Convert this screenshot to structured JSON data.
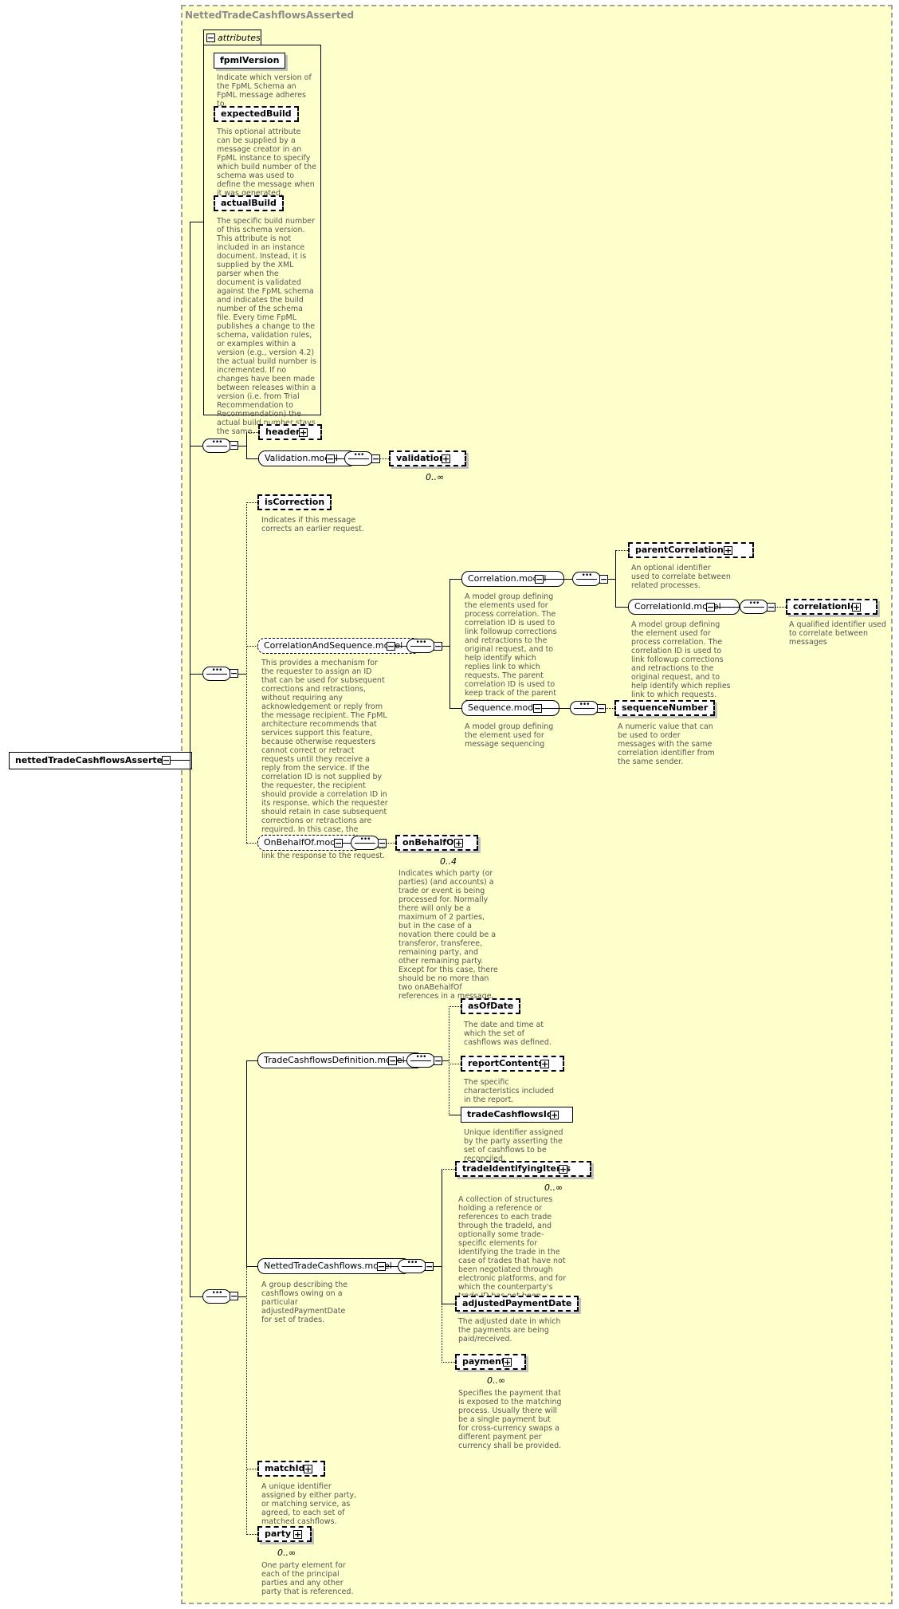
{
  "root": {
    "name": "nettedTradeCashflowsAsserted"
  },
  "complex_type": {
    "name": "NettedTradeCashflowsAsserted"
  },
  "attributes": {
    "tab_label": "attributes",
    "items": [
      {
        "name": "fpmlVersion",
        "doc": "Indicate which version of the FpML Schema an FpML message adheres to."
      },
      {
        "name": "expectedBuild",
        "doc": "This optional attribute can be supplied by a message creator in an FpML instance to specify which build number of the schema was used to define the message when it was generated."
      },
      {
        "name": "actualBuild",
        "doc": "The specific build number of this schema version. This attribute is not included in an instance document. Instead, it is supplied by the XML parser when the document is validated against the FpML schema and indicates the build number of the schema file. Every time FpML publishes a change to the schema, validation rules, or examples within a version (e.g., version 4.2) the actual build number is incremented. If no changes have been made between releases within a version (i.e. from Trial Recommendation to Recommendation) the actual build number stays the same."
      }
    ]
  },
  "header_group": {
    "header": "header",
    "validation_model": "Validation.model",
    "validation": "validation",
    "validation_card": "0..∞"
  },
  "correction_group": {
    "isCorrection": {
      "name": "isCorrection",
      "doc": "Indicates if this message corrects an earlier request."
    },
    "correlationAndSequence": {
      "name": "CorrelationAndSequence.model",
      "doc": "This provides a mechanism for the requester to assign an ID that can be used for subsequent corrections and retractions, without requiring any acknowledgement or reply from the message recipient. The FpML architecture recommends that services support this feature, because otherwise requesters cannot correct or retract requests until they receive a reply from the service. If the correlation ID is not supplied by the requester, the recipient should provide a correlation ID in its response, which the requester should retain in case subsequent corrections or retractions are required. In this case, the \"inReplyTo\" element in the message header may be used to link the response to the request."
    },
    "correlationModel": {
      "name": "Correlation.model",
      "doc": "A model group defining the elements used for process correlation. The correlation ID is used to link followup corrections and retractions to the original request, and to help identify which replies link to which requests. The parent correlation ID is used to keep track of the parent process."
    },
    "parentCorrelationId": {
      "name": "parentCorrelationId",
      "doc": "An optional identifier used to correlate between related processes."
    },
    "correlationIdModel": {
      "name": "CorrelationId.model",
      "doc": "A model group defining the element used for process correlation. The correlation ID is used to link followup corrections and retractions to the original request, and to help identify which replies link to which requests."
    },
    "correlationId": {
      "name": "correlationId",
      "doc": "A qualified identifier used to correlate between messages"
    },
    "sequenceModel": {
      "name": "Sequence.model",
      "doc": "A model group defining the element used for message sequencing"
    },
    "sequenceNumber": {
      "name": "sequenceNumber",
      "doc": "A numeric value that can be used to order messages with the same correlation identifier from the same sender."
    },
    "onBehalfOfModel": {
      "name": "OnBehalfOf.model"
    },
    "onBehalfOf": {
      "name": "onBehalfOf",
      "card": "0..4",
      "doc": "Indicates which party (or parties) (and accounts) a trade or event is being processed for. Normally there will only be a maximum of 2 parties, but in the case of a novation there could be a transferor, transferee, remaining party, and other remaining party. Except for this case, there should be no more than two onABehalfOf references in a message."
    }
  },
  "body_group": {
    "tcfDefinition": {
      "name": "TradeCashflowsDefinition.model"
    },
    "asOfDate": {
      "name": "asOfDate",
      "doc": "The date and time at which the set of cashflows was defined."
    },
    "reportContents": {
      "name": "reportContents",
      "doc": "The specific characteristics included in the report."
    },
    "tradeCashflowsId": {
      "name": "tradeCashflowsId",
      "doc": "Unique identifier assigned by the party asserting the set of cashflows to be reconciled."
    },
    "nettedTradeCashflows": {
      "name": "NettedTradeCashflows.model",
      "doc": "A group describing the cashflows owing on a particular adjustedPaymentDate for set of trades."
    },
    "tradeIdentifyingItems": {
      "name": "tradeIdentifyingItems",
      "card": "0..∞",
      "doc": "A collection of structures holding a reference or references to each trade through the tradeId, and optionally some trade-specific elements for identifying the trade in the case of trades that have not been negotiated through electronic platforms, and for which the counterparty's trade ID has not been captured."
    },
    "adjustedPaymentDate": {
      "name": "adjustedPaymentDate",
      "doc": "The adjusted date in which the payments are being paid/received."
    },
    "payment": {
      "name": "payment",
      "card": "0..∞",
      "doc": "Specifies the payment that is exposed to the matching process. Usually there will be a single payment but for cross-currency swaps a different payment per currency shall be provided."
    },
    "matchId": {
      "name": "matchId",
      "doc": "A unique identifier assigned by either party, or matching service, as agreed, to each set of matched cashflows."
    },
    "party": {
      "name": "party",
      "card": "0..∞",
      "doc": "One party element for each of the principal parties and any other party that is referenced."
    }
  }
}
